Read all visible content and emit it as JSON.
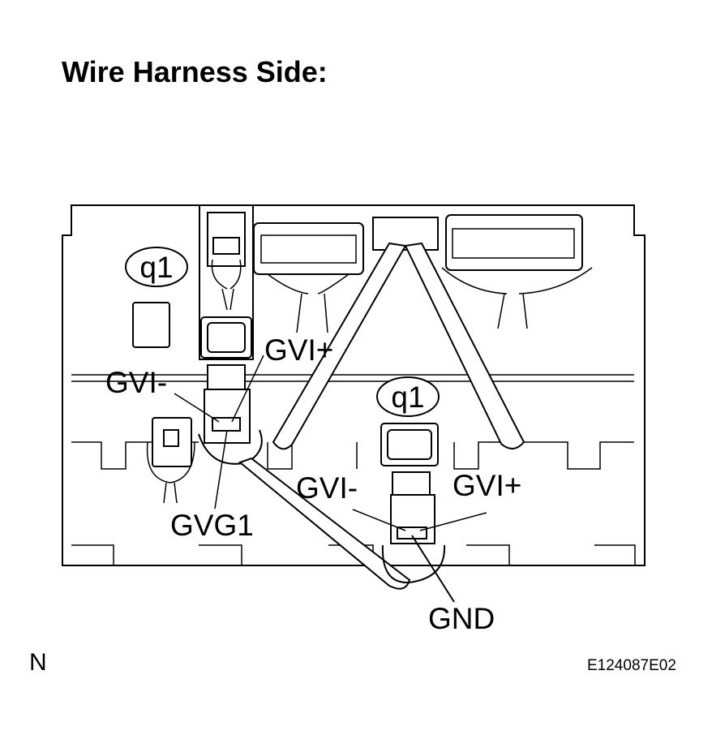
{
  "title": "Wire Harness Side:",
  "corner_mark": "N",
  "figure_code": "E124087E02",
  "connector_ids": {
    "upper": "q1",
    "lower": "q1"
  },
  "terminal_labels": {
    "gvi_plus_upper": "GVI+",
    "gvi_minus_upper": "GVI-",
    "gvg1": "GVG1",
    "gvi_minus_lower": "GVI-",
    "gvi_plus_lower": "GVI+",
    "gnd": "GND"
  }
}
